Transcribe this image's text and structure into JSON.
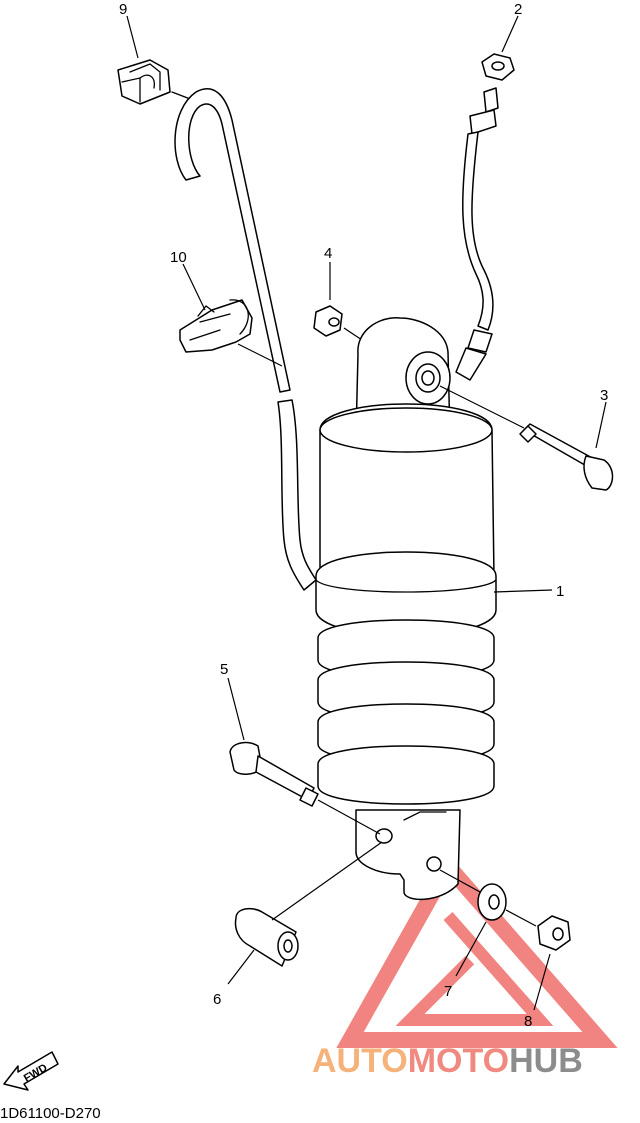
{
  "diagram": {
    "code": "1D61100-D270",
    "fwd_label": "FWD",
    "callouts": [
      "1",
      "2",
      "3",
      "4",
      "5",
      "6",
      "7",
      "8",
      "9",
      "10"
    ]
  },
  "watermark": {
    "part1": "AUTO",
    "part2": "MOTO",
    "part3": "HUB",
    "colors": {
      "auto": "#f5b27a",
      "moto": "#f08a80",
      "hub": "#8c8c8c",
      "triangle": "#ef6f6a"
    }
  }
}
